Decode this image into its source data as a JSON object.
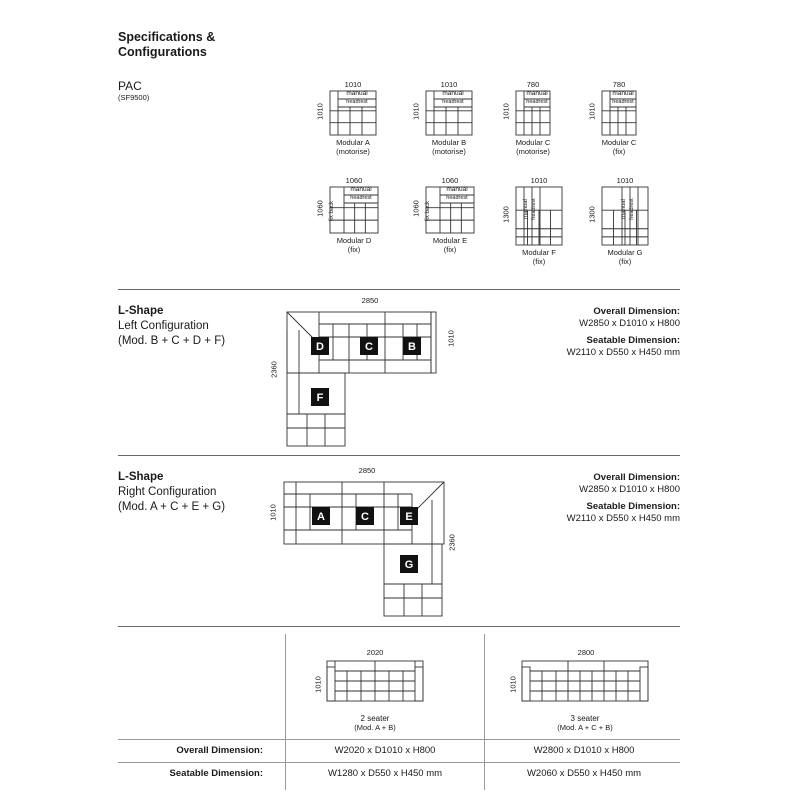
{
  "header": {
    "title_line1": "Specifications &",
    "title_line2": "Configurations",
    "product_name": "PAC",
    "product_code": "(SF9500)"
  },
  "modules_row1": [
    {
      "width": "1010",
      "depth": "1010",
      "top_label": "manual",
      "sub_label": "headrest",
      "name": "Modular A",
      "type": "(motorise)"
    },
    {
      "width": "1010",
      "depth": "1010",
      "top_label": "manual",
      "sub_label": "headrest",
      "name": "Modular B",
      "type": "(motorise)"
    },
    {
      "width": "780",
      "depth": "1010",
      "top_label": "manual",
      "sub_label": "headrest",
      "name": "Modular C",
      "type": "(motorise)"
    },
    {
      "width": "780",
      "depth": "1010",
      "top_label": "manual",
      "sub_label": "headrest",
      "name": "Modular C",
      "type": "(fix)"
    }
  ],
  "modules_row2": [
    {
      "width": "1060",
      "depth": "1060",
      "top_label": "manual",
      "sub_label": "headrest",
      "side_label": "fix back",
      "name": "Modular D",
      "type": "(fix)"
    },
    {
      "width": "1060",
      "depth": "1060",
      "top_label": "manual",
      "sub_label": "headrest",
      "side_label": "fix back",
      "name": "Modular E",
      "type": "(fix)"
    },
    {
      "width": "1010",
      "depth": "1300",
      "top_label": "manual",
      "sub_label": "headrest",
      "name": "Modular F",
      "type": "(fix)"
    },
    {
      "width": "1010",
      "depth": "1300",
      "top_label": "manual",
      "sub_label": "headrest",
      "name": "Modular G",
      "type": "(fix)"
    }
  ],
  "left_config": {
    "title": "L-Shape",
    "subtitle": "Left Configuration",
    "modules": "(Mod. B + C + D + F)",
    "width": "2850",
    "depth_side": "1010",
    "height_side": "2360",
    "letters": [
      "D",
      "C",
      "B",
      "F"
    ],
    "overall_label": "Overall Dimension:",
    "overall_value": "W2850 x D1010 x H800",
    "seatable_label": "Seatable Dimension:",
    "seatable_value": "W2110 x D550 x H450 mm"
  },
  "right_config": {
    "title": "L-Shape",
    "subtitle": "Right Configuration",
    "modules": "(Mod. A + C + E + G)",
    "width": "2850",
    "depth_side": "1010",
    "height_side": "2360",
    "letters": [
      "A",
      "C",
      "E",
      "G"
    ],
    "overall_label": "Overall Dimension:",
    "overall_value": "W2850 x D1010 x H800",
    "seatable_label": "Seatable Dimension:",
    "seatable_value": "W2110 x D550 x H450 mm"
  },
  "seaters": {
    "two": {
      "width": "2020",
      "depth": "1010",
      "name": "2 seater",
      "modules": "(Mod. A + B)",
      "overall": "W2020 x D1010 x H800",
      "seatable": "W1280 x D550 x H450 mm"
    },
    "three": {
      "width": "2800",
      "depth": "1010",
      "name": "3 seater",
      "modules": "(Mod. A + C + B)",
      "overall": "W2800 x D1010 x H800",
      "seatable": "W2060 x D550 x H450 mm"
    },
    "overall_label": "Overall Dimension:",
    "seatable_label": "Seatable Dimension:"
  }
}
